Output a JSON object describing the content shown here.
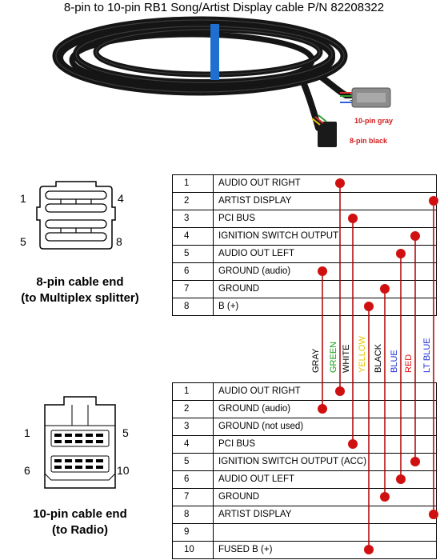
{
  "title": "8-pin to 10-pin RB1 Song/Artist Display cable P/N 82208322",
  "photo_tags": {
    "ten_pin": "10-pin gray",
    "eight_pin": "8-pin black"
  },
  "left_connectors": {
    "eight_pin": {
      "caption_line1": "8-pin cable end",
      "caption_line2": "(to Multiplex splitter)",
      "pin_labels": [
        "1",
        "4",
        "5",
        "8"
      ]
    },
    "ten_pin": {
      "caption_line1": "10-pin cable end",
      "caption_line2": "(to Radio)",
      "pin_labels": [
        "1",
        "5",
        "6",
        "10"
      ]
    }
  },
  "table_8pin": [
    {
      "pin": "1",
      "label": "AUDIO OUT RIGHT"
    },
    {
      "pin": "2",
      "label": "ARTIST DISPLAY"
    },
    {
      "pin": "3",
      "label": "PCI BUS"
    },
    {
      "pin": "4",
      "label": "IGNITION SWITCH OUTPUT"
    },
    {
      "pin": "5",
      "label": "AUDIO OUT LEFT"
    },
    {
      "pin": "6",
      "label": "GROUND (audio)"
    },
    {
      "pin": "7",
      "label": "GROUND"
    },
    {
      "pin": "8",
      "label": "B (+)"
    }
  ],
  "table_10pin": [
    {
      "pin": "1",
      "label": "AUDIO OUT RIGHT"
    },
    {
      "pin": "2",
      "label": "GROUND (audio)"
    },
    {
      "pin": "3",
      "label": "GROUND   (not used)"
    },
    {
      "pin": "4",
      "label": "PCI BUS"
    },
    {
      "pin": "5",
      "label": "IGNITION SWITCH OUTPUT (ACC)"
    },
    {
      "pin": "6",
      "label": "AUDIO OUT LEFT"
    },
    {
      "pin": "7",
      "label": "GROUND"
    },
    {
      "pin": "8",
      "label": "ARTIST DISPLAY"
    },
    {
      "pin": "9",
      "label": ""
    },
    {
      "pin": "10",
      "label": "FUSED B (+)"
    }
  ],
  "wires": [
    {
      "name": "GRAY",
      "color": "#000000",
      "pin8": 6,
      "pin10": 2
    },
    {
      "name": "GREEN",
      "color": "#1aa01a",
      "pin8": 1,
      "pin10": 1
    },
    {
      "name": "WHITE",
      "color": "#000000",
      "pin8": 3,
      "pin10": 4
    },
    {
      "name": "YELLOW",
      "color": "#e6c800",
      "pin8": 8,
      "pin10": 10
    },
    {
      "name": "BLACK",
      "color": "#000000",
      "pin8": 7,
      "pin10": 7
    },
    {
      "name": "BLUE",
      "color": "#1f2fd8",
      "pin8": 5,
      "pin10": 6
    },
    {
      "name": "RED",
      "color": "#e01010",
      "pin8": 4,
      "pin10": 5
    },
    {
      "name": "LT BLUE",
      "color": "#1f2fd8",
      "pin8": 2,
      "pin10": 8
    }
  ]
}
